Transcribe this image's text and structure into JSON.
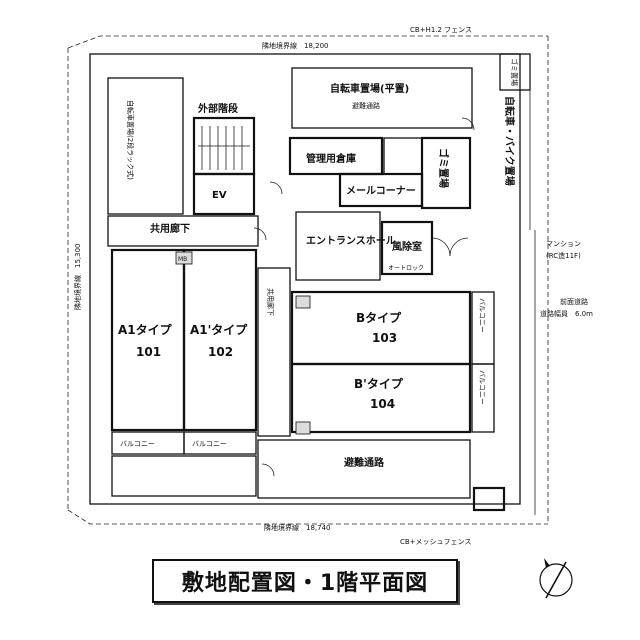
{
  "title": "敷地配置図・1階平面図",
  "labels": {
    "boundary_top": "隣地境界線　18,200",
    "boundary_bottom": "隣地境界線　18,740",
    "boundary_left": "隣地境界線　15,300",
    "fence_top": "CB+H1.2 フェンス",
    "fence_bottom": "CB+メッシュフェンス",
    "bicycle_parking_top": "自転車置場(平置)",
    "evacuation_top": "避難通路",
    "outer_stairs": "外部階段",
    "ev": "EV",
    "shared_hall": "共用廊下",
    "bicycle_left": "自転車置場(2段ラック式)",
    "storage": "管理用倉庫",
    "mail_corner": "メールコーナー",
    "garbage": "ゴミ置場",
    "entrance_hall": "エントランスホール",
    "windbreak": "風除室",
    "auto_lock": "オートロック",
    "corridor_side": "共用廊下",
    "a1": "A1タイプ",
    "a1_num": "101",
    "a1p": "A1'タイプ",
    "a1p_num": "102",
    "b": "Bタイプ",
    "b_num": "103",
    "bp": "B'タイプ",
    "bp_num": "104",
    "balcony_1": "バルコニー",
    "balcony_2": "バルコニー",
    "balcony_r1": "バルコニー",
    "balcony_r2": "バルコニー",
    "evacuation_bottom": "避難通路",
    "garbage_small": "ゴミ置場",
    "bike_right": "自転車・バイク置場",
    "road": "前面道路",
    "road_sub": "道路幅員　6.0m",
    "mansion": "マンション",
    "mansion_sub": "(RC造11F)",
    "mb": "MB"
  }
}
